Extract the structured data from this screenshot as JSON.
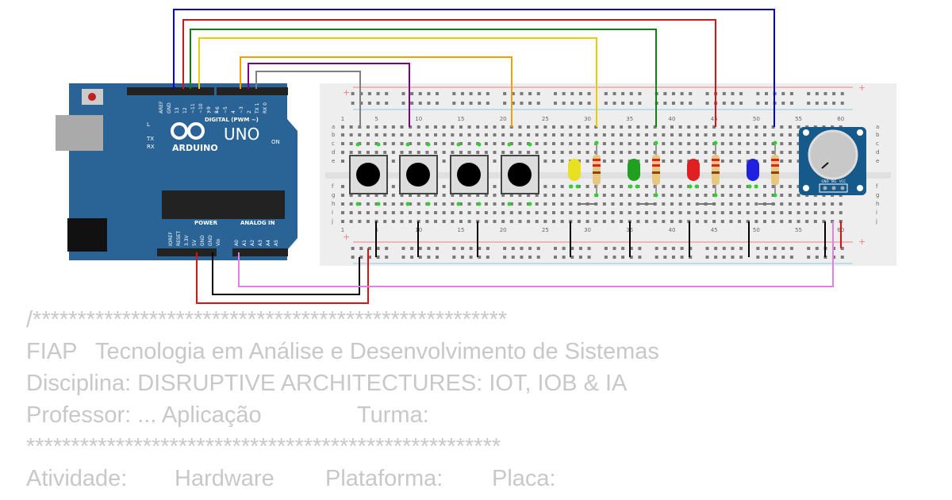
{
  "code_lines": [
    "/*****************************************************",
    "FIAP",
    "Tecnologia em Análise e Desenvolvimento de Sistemas",
    "Disciplina: DISRUPTIVE ARCHITECTURES: IOT, IOB & IA",
    "Professor: ... Aplicação",
    "Turma:",
    "*****************************************************",
    "Atividade:",
    "Hardware",
    "Plataforma:",
    "Placa:"
  ],
  "arduino": {
    "model": "UNO",
    "brand": "ARDUINO",
    "digital_label": "DIGITAL (PWM ~)",
    "power_label": "POWER",
    "analog_label": "ANALOG IN",
    "on_label": "ON",
    "led_labels": [
      "L",
      "TX",
      "RX"
    ],
    "top_pins": [
      "AREF",
      "GND",
      "13",
      "12",
      "~11",
      "~10",
      "~9",
      "8",
      "7",
      "~6",
      "~5",
      "4",
      "~3",
      "2",
      "TX 1",
      "RX 0"
    ],
    "bottom_pins": [
      "IOREF",
      "RESET",
      "3.3V",
      "5V",
      "GND",
      "GND",
      "Vin",
      "A0",
      "A1",
      "A2",
      "A3",
      "A4",
      "A5"
    ]
  },
  "breadboard": {
    "column_labels": [
      "1",
      "5",
      "10",
      "15",
      "20",
      "25",
      "30",
      "35",
      "40",
      "45",
      "50",
      "55",
      "60"
    ],
    "row_labels": [
      "a",
      "b",
      "c",
      "d",
      "e",
      "f",
      "g",
      "h",
      "i",
      "j"
    ],
    "rail_plus": "+",
    "rail_minus": "-"
  },
  "potentiometer": {
    "pins": [
      "GND",
      "SIG",
      "VCC"
    ]
  },
  "colors": {
    "wire_blue": "#0000cc",
    "wire_red": "#e01010",
    "wire_green": "#108010",
    "wire_yellow": "#e8d000",
    "wire_orange": "#f0a000",
    "wire_purple": "#800080",
    "wire_gray": "#808080",
    "wire_black": "#000000",
    "wire_pink": "#e080e0",
    "board": "#2a6496",
    "led_yellow": "#e8e020",
    "led_green": "#20a020",
    "led_red": "#e02020",
    "led_blue": "#2020e0"
  }
}
